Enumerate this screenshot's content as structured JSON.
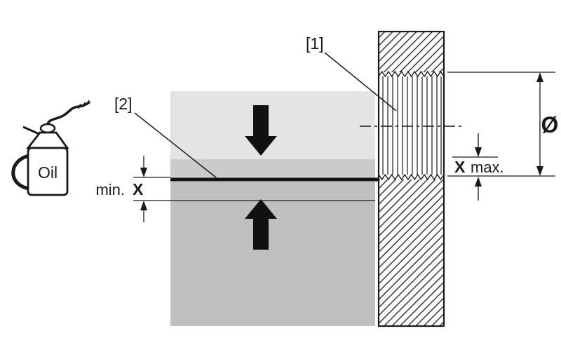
{
  "figure": {
    "labels": {
      "ref1": "[1]",
      "ref2": "[2]",
      "min": "min.",
      "min_x": "X",
      "max_x": "X",
      "max": "max.",
      "diameter_symbol": "Ø",
      "oil_can": "Oil"
    },
    "colors": {
      "block_top": "#e4e4e4",
      "block_mid": "#cbcbcb",
      "block_bottom": "#bfbfbf",
      "ink": "#1a1a1a"
    }
  }
}
